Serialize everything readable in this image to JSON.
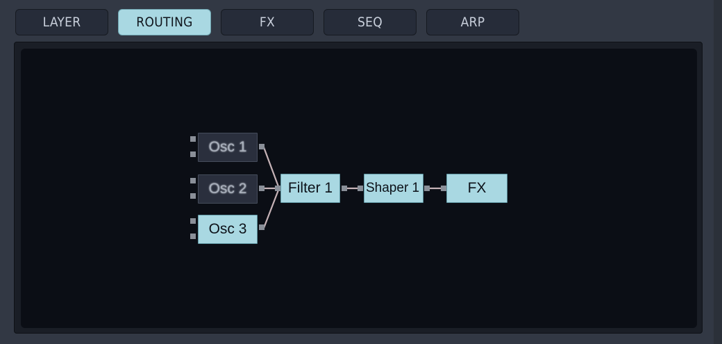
{
  "tabs": [
    {
      "label": "LAYER"
    },
    {
      "label": "ROUTING",
      "active": true
    },
    {
      "label": "FX"
    },
    {
      "label": "SEQ"
    },
    {
      "label": "ARP"
    }
  ],
  "routing": {
    "nodes": {
      "osc1": {
        "label": "Osc 1",
        "enabled": false
      },
      "osc2": {
        "label": "Osc 2",
        "enabled": false
      },
      "osc3": {
        "label": "Osc 3",
        "enabled": true
      },
      "filter1": {
        "label": "Filter 1",
        "enabled": true
      },
      "shaper1": {
        "label": "Shaper 1",
        "enabled": true
      },
      "fx": {
        "label": "FX",
        "enabled": true
      }
    }
  },
  "colors": {
    "accent": "#a9d8e2",
    "wire": "#c7b3b7",
    "canvas": "#0b0e15"
  }
}
